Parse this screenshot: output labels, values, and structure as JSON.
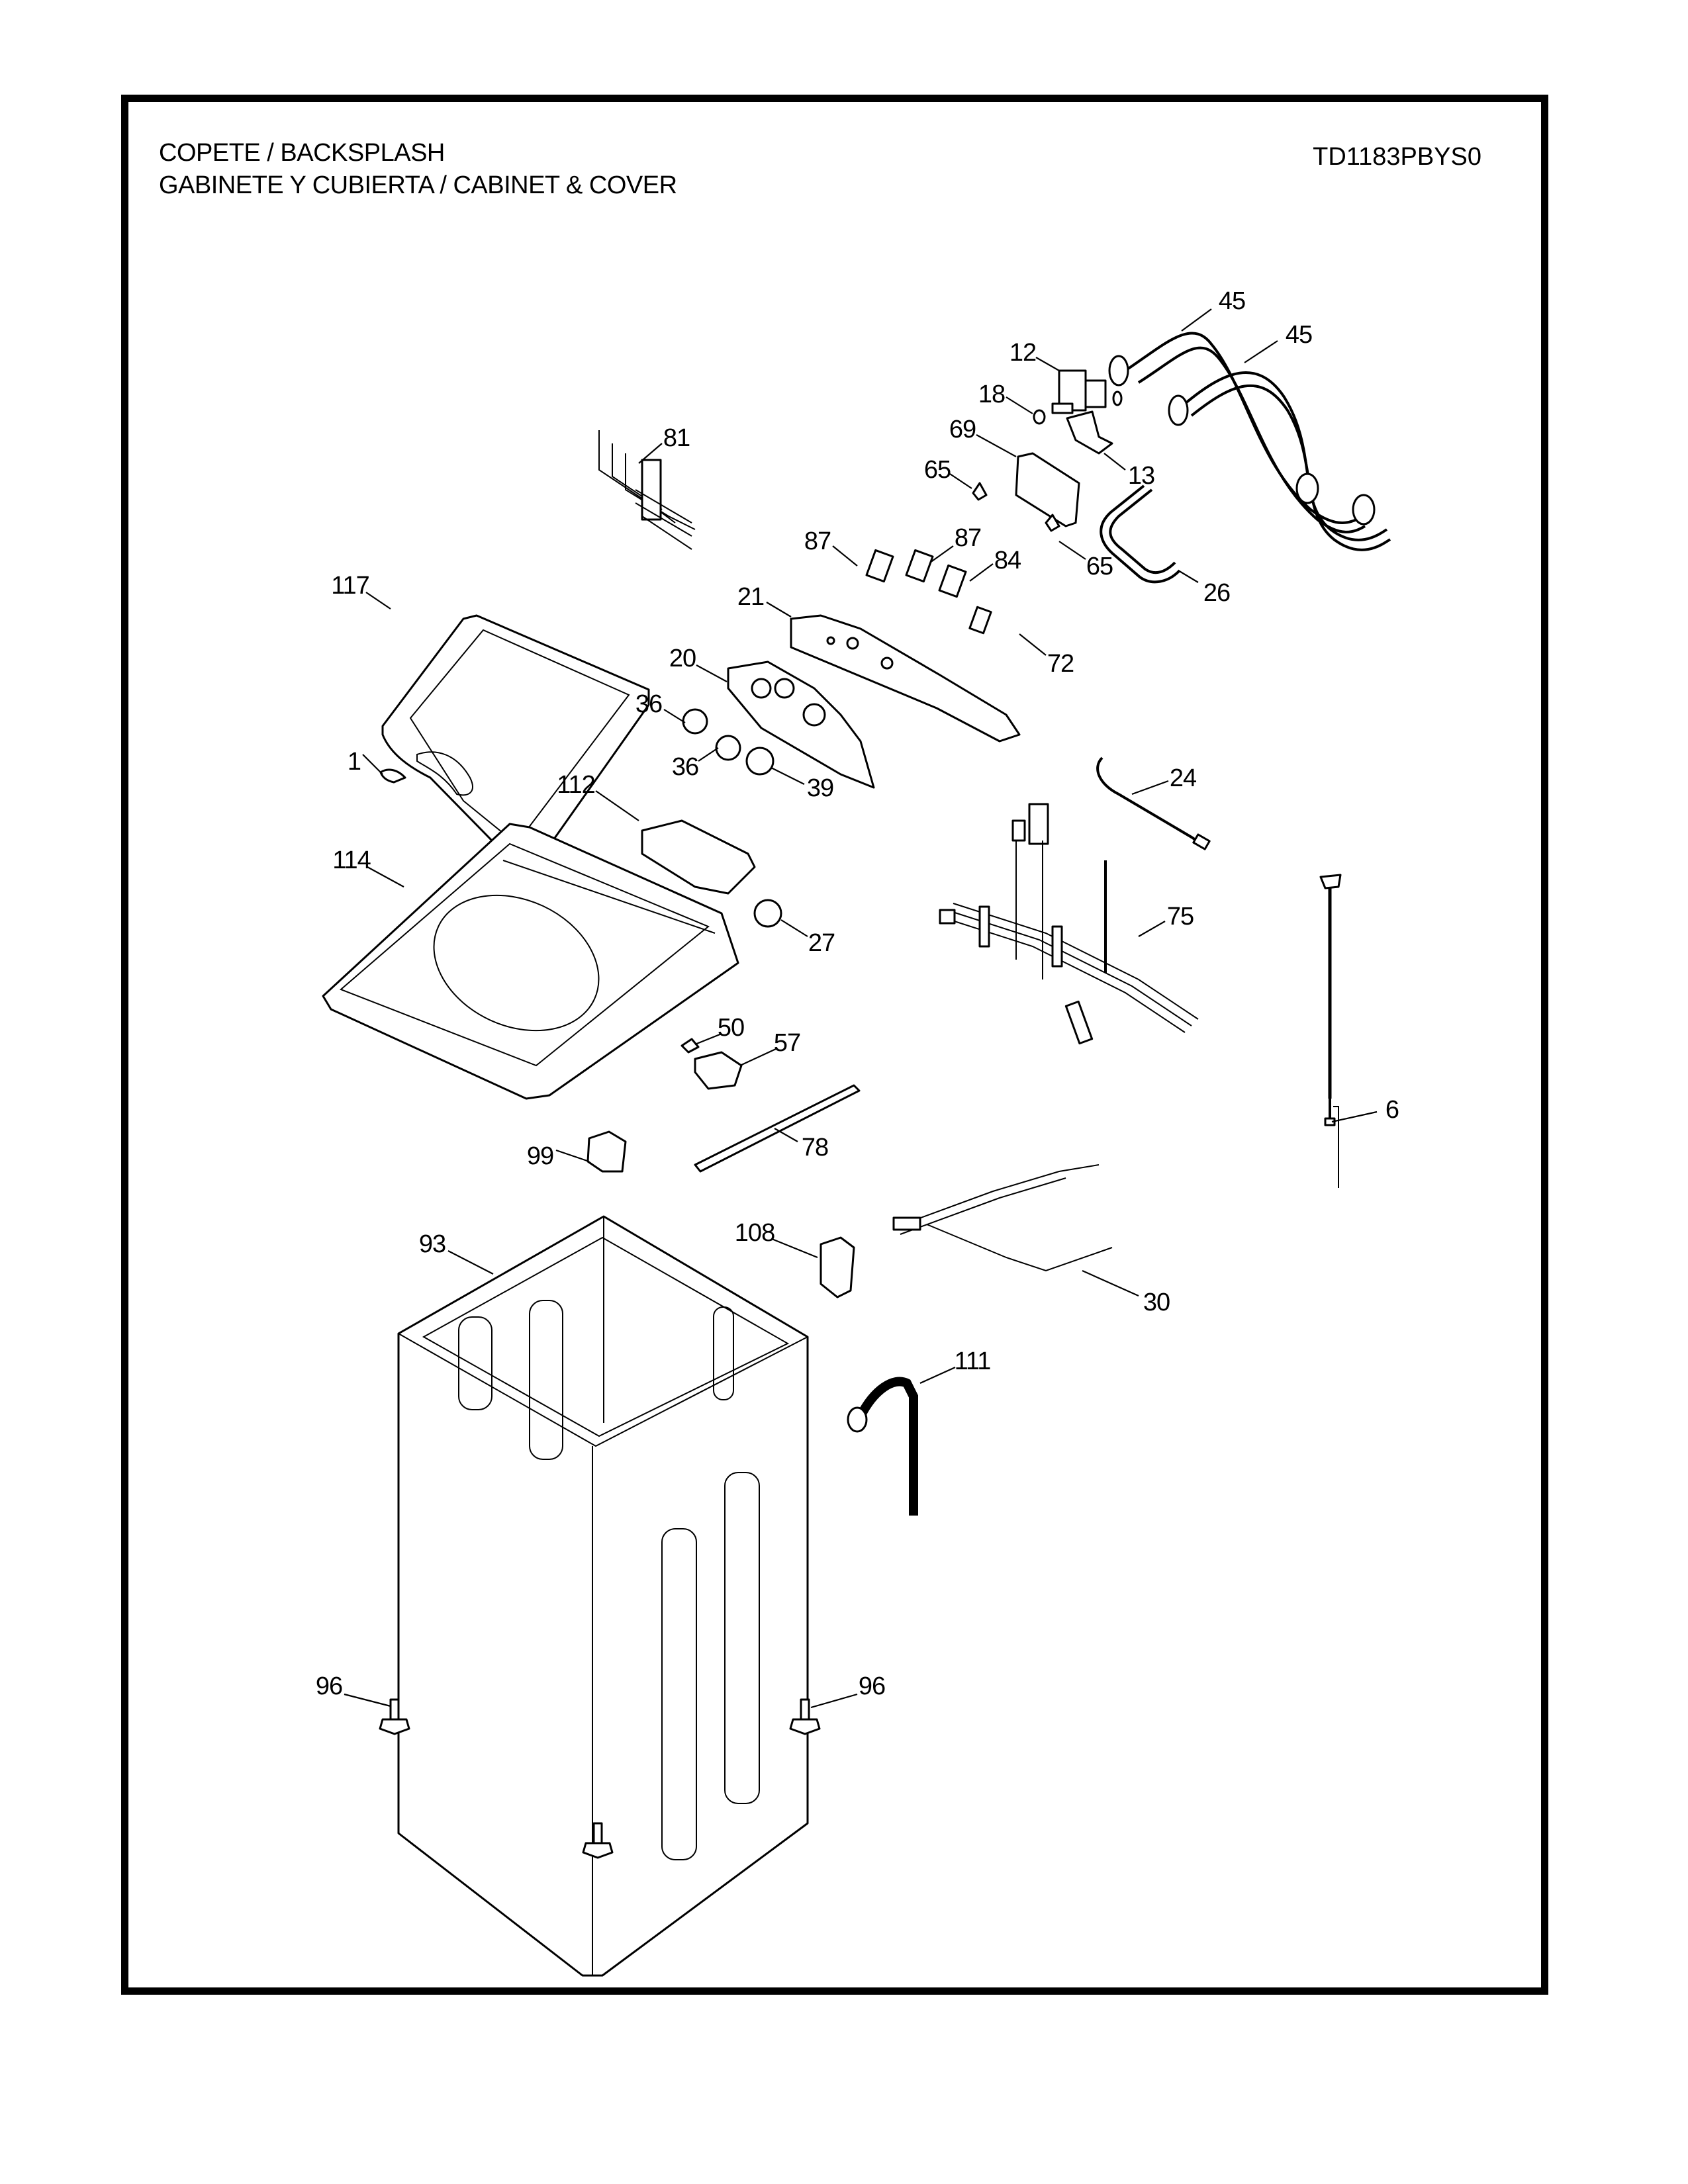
{
  "header": {
    "title_line1": "COPETE / BACKSPLASH",
    "title_line2": "GABINETE Y CUBIERTA / CABINET & COVER",
    "model_number": "TD1183PBYS0"
  },
  "callouts": [
    {
      "id": "45a",
      "label": "45",
      "part": "inlet-hose"
    },
    {
      "id": "45b",
      "label": "45",
      "part": "inlet-hose"
    },
    {
      "id": "12",
      "label": "12",
      "part": "water-inlet-valve"
    },
    {
      "id": "18",
      "label": "18",
      "part": "washer-ring"
    },
    {
      "id": "69",
      "label": "69",
      "part": "control-board"
    },
    {
      "id": "13",
      "label": "13",
      "part": "valve-bracket"
    },
    {
      "id": "65a",
      "label": "65",
      "part": "clip"
    },
    {
      "id": "65b",
      "label": "65",
      "part": "clip"
    },
    {
      "id": "26",
      "label": "26",
      "part": "hose-u"
    },
    {
      "id": "81",
      "label": "81",
      "part": "wire-harness"
    },
    {
      "id": "87a",
      "label": "87",
      "part": "switch"
    },
    {
      "id": "87b",
      "label": "87",
      "part": "switch"
    },
    {
      "id": "84",
      "label": "84",
      "part": "switch"
    },
    {
      "id": "117",
      "label": "117",
      "part": "lid"
    },
    {
      "id": "21",
      "label": "21",
      "part": "backsplash-housing"
    },
    {
      "id": "72",
      "label": "72",
      "part": "led-board"
    },
    {
      "id": "20",
      "label": "20",
      "part": "control-panel-overlay"
    },
    {
      "id": "36a",
      "label": "36",
      "part": "knob"
    },
    {
      "id": "36b",
      "label": "36",
      "part": "knob"
    },
    {
      "id": "39",
      "label": "39",
      "part": "knob-large"
    },
    {
      "id": "1",
      "label": "1",
      "part": "lid-handle"
    },
    {
      "id": "24",
      "label": "24",
      "part": "jumper-wire"
    },
    {
      "id": "112",
      "label": "112",
      "part": "dispenser-assembly"
    },
    {
      "id": "114",
      "label": "114",
      "part": "top-cover"
    },
    {
      "id": "75",
      "label": "75",
      "part": "main-harness"
    },
    {
      "id": "27",
      "label": "27",
      "part": "pressure-switch"
    },
    {
      "id": "50",
      "label": "50",
      "part": "lid-switch-actuator"
    },
    {
      "id": "57",
      "label": "57",
      "part": "lid-lock"
    },
    {
      "id": "6",
      "label": "6",
      "part": "power-cord"
    },
    {
      "id": "99",
      "label": "99",
      "part": "lid-switch"
    },
    {
      "id": "78",
      "label": "78",
      "part": "rail"
    },
    {
      "id": "93",
      "label": "93",
      "part": "cabinet"
    },
    {
      "id": "108",
      "label": "108",
      "part": "bracket"
    },
    {
      "id": "30",
      "label": "30",
      "part": "lower-harness"
    },
    {
      "id": "111",
      "label": "111",
      "part": "drain-hose"
    },
    {
      "id": "96a",
      "label": "96",
      "part": "leveling-leg"
    },
    {
      "id": "96b",
      "label": "96",
      "part": "leveling-leg"
    }
  ]
}
